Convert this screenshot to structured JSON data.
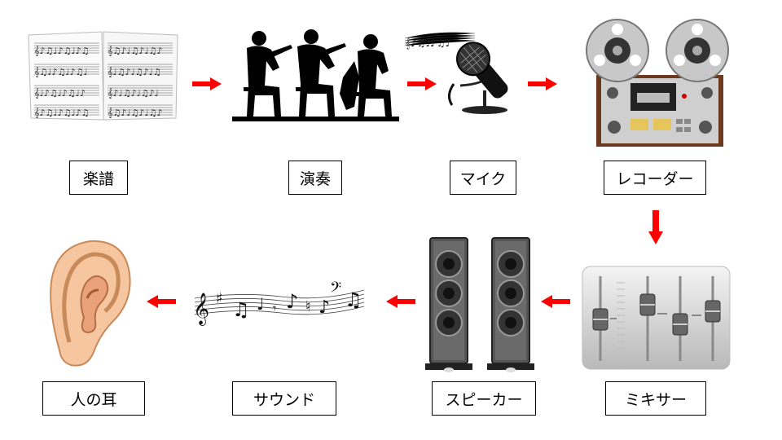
{
  "steps": [
    {
      "id": "score",
      "label": "楽譜",
      "icon": "sheet-music-icon"
    },
    {
      "id": "perform",
      "label": "演奏",
      "icon": "string-trio-silhouette-icon"
    },
    {
      "id": "mic",
      "label": "マイク",
      "icon": "microphone-icon"
    },
    {
      "id": "recorder",
      "label": "レコーダー",
      "icon": "reel-to-reel-recorder-icon"
    },
    {
      "id": "mixer",
      "label": "ミキサー",
      "icon": "mixer-faders-icon"
    },
    {
      "id": "speaker",
      "label": "スピーカー",
      "icon": "tower-speakers-icon"
    },
    {
      "id": "sound",
      "label": "サウンド",
      "icon": "music-notes-icon"
    },
    {
      "id": "ear",
      "label": "人の耳",
      "icon": "ear-icon"
    }
  ],
  "colors": {
    "arrow": "#ff0000",
    "border": "#000000",
    "background": "#ffffff"
  }
}
